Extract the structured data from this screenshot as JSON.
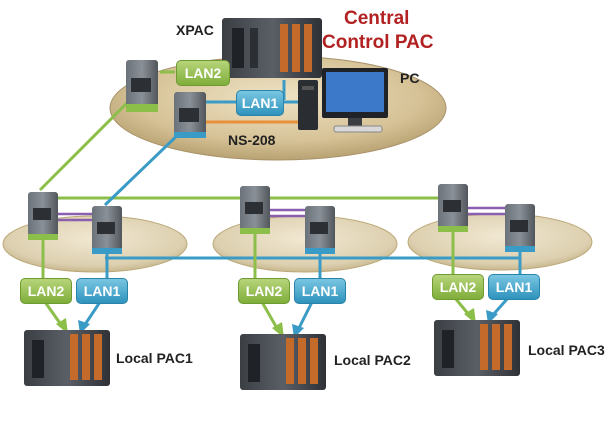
{
  "title": {
    "line1": "Central",
    "line2": "Control PAC",
    "color": "#b22222"
  },
  "central": {
    "xpac_label": "XPAC",
    "pc_label": "PC",
    "switch_label": "NS-208",
    "lan2_label": "LAN2",
    "lan1_label": "LAN1"
  },
  "local_groups": [
    {
      "name": "Local PAC1",
      "lan2_label": "LAN2",
      "lan1_label": "LAN1"
    },
    {
      "name": "Local PAC2",
      "lan2_label": "LAN2",
      "lan1_label": "LAN1"
    },
    {
      "name": "Local PAC3",
      "lan2_label": "LAN2",
      "lan1_label": "LAN1"
    }
  ],
  "colors": {
    "lan2": "#8cbe4a",
    "lan1": "#3a9cc6",
    "link_purple": "#8a5fb0",
    "link_orange": "#e8903a",
    "platform": "#d8c7a0",
    "device": "#4a4f55"
  },
  "icons": [
    "switch-icon",
    "pac-controller-icon",
    "pc-monitor-icon",
    "pc-tower-icon",
    "arrow-down-icon"
  ]
}
